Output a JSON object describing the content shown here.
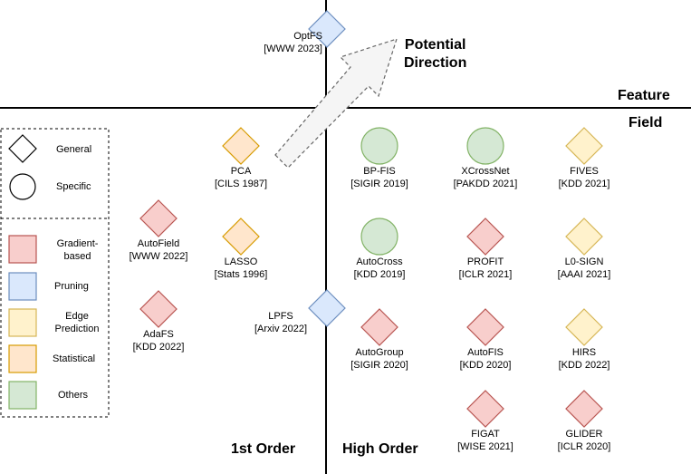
{
  "axes": {
    "feature_label": "Feature",
    "field_label": "Field",
    "first_order_label": "1st Order",
    "high_order_label": "High Order"
  },
  "direction": {
    "label_line1": "Potential",
    "label_line2": "Direction"
  },
  "legend": {
    "shapes": [
      {
        "shape": "diamond",
        "label": "General"
      },
      {
        "shape": "circle",
        "label": "Specific"
      }
    ],
    "categories": [
      {
        "label_line1": "Gradient-",
        "label_line2": "based",
        "fill": "#f8cecc",
        "stroke": "#b85450"
      },
      {
        "label_line1": "Pruning",
        "label_line2": "",
        "fill": "#dae8fc",
        "stroke": "#6c8ebf"
      },
      {
        "label_line1": "Edge",
        "label_line2": "Prediction",
        "fill": "#fff2cc",
        "stroke": "#d6b656"
      },
      {
        "label_line1": "Statistical",
        "label_line2": "",
        "fill": "#ffe6cc",
        "stroke": "#d79b00"
      },
      {
        "label_line1": "Others",
        "label_line2": "",
        "fill": "#d5e8d4",
        "stroke": "#82b366"
      }
    ]
  },
  "methods": [
    {
      "name": "OptFS",
      "venue": "[WWW 2023]",
      "shape": "diamond",
      "category": "Pruning"
    },
    {
      "name": "PCA",
      "venue": "[CILS 1987]",
      "shape": "diamond",
      "category": "Statistical"
    },
    {
      "name": "LASSO",
      "venue": "[Stats 1996]",
      "shape": "diamond",
      "category": "Statistical"
    },
    {
      "name": "AutoField",
      "venue": "[WWW 2022]",
      "shape": "diamond",
      "category": "Gradient-based"
    },
    {
      "name": "AdaFS",
      "venue": "[KDD 2022]",
      "shape": "diamond",
      "category": "Gradient-based"
    },
    {
      "name": "LPFS",
      "venue": "[Arxiv 2022]",
      "shape": "diamond",
      "category": "Pruning"
    },
    {
      "name": "BP-FIS",
      "venue": "[SIGIR 2019]",
      "shape": "circle",
      "category": "Others"
    },
    {
      "name": "XCrossNet",
      "venue": "[PAKDD 2021]",
      "shape": "circle",
      "category": "Others"
    },
    {
      "name": "FIVES",
      "venue": "[KDD 2021]",
      "shape": "diamond",
      "category": "Edge Prediction"
    },
    {
      "name": "AutoCross",
      "venue": "[KDD 2019]",
      "shape": "circle",
      "category": "Others"
    },
    {
      "name": "PROFIT",
      "venue": "[ICLR 2021]",
      "shape": "diamond",
      "category": "Gradient-based"
    },
    {
      "name": "L0-SIGN",
      "venue": "[AAAI 2021]",
      "shape": "diamond",
      "category": "Edge Prediction"
    },
    {
      "name": "AutoGroup",
      "venue": "[SIGIR 2020]",
      "shape": "diamond",
      "category": "Gradient-based"
    },
    {
      "name": "AutoFIS",
      "venue": "[KDD 2020]",
      "shape": "diamond",
      "category": "Gradient-based"
    },
    {
      "name": "HIRS",
      "venue": "[KDD 2022]",
      "shape": "diamond",
      "category": "Edge Prediction"
    },
    {
      "name": "FIGAT",
      "venue": "[WISE 2021]",
      "shape": "diamond",
      "category": "Gradient-based"
    },
    {
      "name": "GLIDER",
      "venue": "[ICLR 2020]",
      "shape": "diamond",
      "category": "Gradient-based"
    }
  ]
}
